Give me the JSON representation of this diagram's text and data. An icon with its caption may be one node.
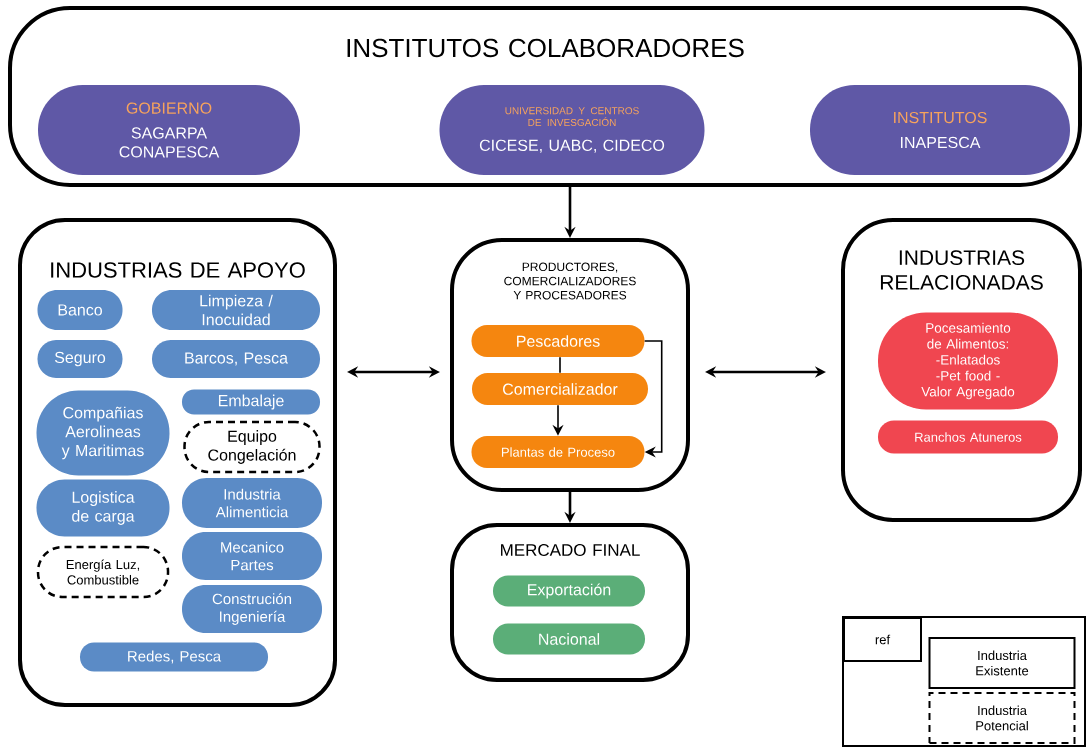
{
  "diagram": {
    "nodes": [
      {
        "text": [
          "INSTITUTOS COLABORADORES"
        ]
      },
      {
        "text": [
          "GOBIERNO",
          "SAGARPA CONAPESCA"
        ],
        "in": 0
      },
      {
        "text": [
          "UNIVERSIDAD Y CENTROS DE INVESGACIÓN",
          "CICESE, UABC, CIDECO"
        ],
        "in": 0
      },
      {
        "text": [
          "INSTITUTOS",
          "INAPESCA"
        ],
        "in": 0
      },
      {
        "text": [
          "INDUSTRIAS DE APOYO"
        ]
      },
      {
        "text": [
          "Banco"
        ],
        "in": 4
      },
      {
        "text": [
          "Limpieza / Inocuidad"
        ],
        "in": 4
      },
      {
        "text": [
          "Seguro"
        ],
        "in": 4
      },
      {
        "text": [
          "Barcos, Pesca"
        ],
        "in": 4
      },
      {
        "text": [
          "Compañias Aerolineas y Maritimas"
        ],
        "in": 4
      },
      {
        "text": [
          "Embalaje"
        ],
        "in": 4
      },
      {
        "text": [
          "Equipo Congelación"
        ],
        "in": 4
      },
      {
        "text": [
          "Logistica de carga"
        ],
        "in": 4
      },
      {
        "text": [
          "Industria Alimenticia"
        ],
        "in": 4
      },
      {
        "text": [
          "Energía Luz, Combustible"
        ],
        "in": 4
      },
      {
        "text": [
          "Mecanico Partes"
        ],
        "in": 4
      },
      {
        "text": [
          "Construción Ingeniería"
        ],
        "in": 4
      },
      {
        "text": [
          "Redes, Pesca"
        ],
        "in": 4
      },
      {
        "text": [
          "PRODUCTORES, COMERCIALIZADORES Y PROCESADORES"
        ]
      },
      {
        "text": [
          "Pescadores"
        ],
        "in": 18
      },
      {
        "text": [
          "Comercializador"
        ],
        "in": 18
      },
      {
        "text": [
          "Plantas de Proceso"
        ],
        "in": 18
      },
      {
        "text": [
          "INDUSTRIAS RELACIONADAS"
        ]
      },
      {
        "text": [
          "Pocesamiento de Alimentos: -Enlatados -Pet food -Valor Agregado"
        ],
        "in": 22
      },
      {
        "text": [
          "Ranchos Atuneros"
        ],
        "in": 22
      },
      {
        "text": [
          "MERCADO FINAL"
        ]
      },
      {
        "text": [
          "Exportación"
        ],
        "in": 25
      },
      {
        "text": [
          "Nacional"
        ],
        "in": 25
      }
    ],
    "edges": [
      {
        "from": 0,
        "to": 18,
        "arrow": "to"
      },
      {
        "from": 4,
        "to": 18,
        "arrow": "both"
      },
      {
        "from": 18,
        "to": 22,
        "arrow": "both"
      },
      {
        "from": 18,
        "to": 25,
        "arrow": "to"
      },
      {
        "from": 19,
        "to": 20,
        "arrow": "none"
      },
      {
        "from": 20,
        "to": 21,
        "arrow": "to"
      },
      {
        "from": 19,
        "to": 21,
        "arrow": "to"
      }
    ],
    "labels": [
      "ref"
    ],
    "legend": [
      {
        "text": "Industria Existente"
      },
      {
        "text": "Industria Potencial"
      }
    ]
  }
}
